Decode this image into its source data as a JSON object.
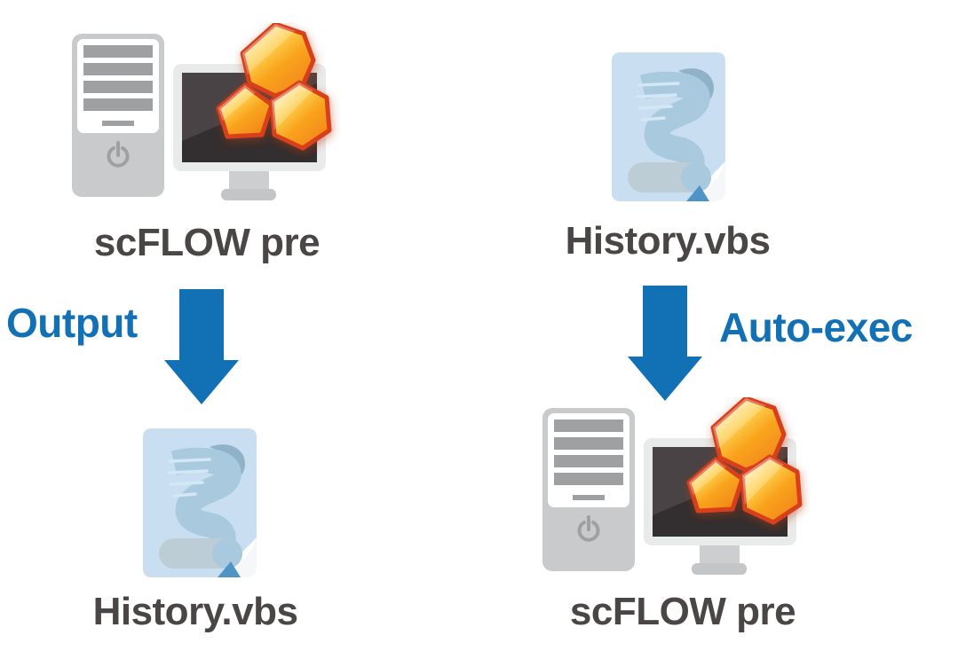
{
  "diagram": {
    "nodes": [
      {
        "id": "top-left",
        "icon": "computer-scflow-icon",
        "label": "scFLOW pre"
      },
      {
        "id": "top-right",
        "icon": "script-file-icon",
        "label": "History.vbs"
      },
      {
        "id": "bottom-left",
        "icon": "script-file-icon",
        "label": "History.vbs"
      },
      {
        "id": "bottom-right",
        "icon": "computer-scflow-icon",
        "label": "scFLOW pre"
      }
    ],
    "flows": [
      {
        "id": "output-flow",
        "action": "Output",
        "from": "scFLOW pre",
        "to": "History.vbs",
        "direction": "down",
        "label_side": "left"
      },
      {
        "id": "autoexec-flow",
        "action": "Auto-exec",
        "from": "History.vbs",
        "to": "scFLOW pre",
        "direction": "down",
        "label_side": "right"
      }
    ],
    "icons": {
      "computer-scflow-icon": "desktop tower + monitor with orange polygon scFLOW logo",
      "script-file-icon": "light blue document with scroll and folded corner",
      "down-arrow-icon": "solid blue downward arrow"
    },
    "colors": {
      "background": "#FFFFFF",
      "accent_blue": "#1270B5",
      "label_text": "#4A4645",
      "document_blue": "#C9DFF1",
      "scroll_blue": "#A9C9DF",
      "scroll_curl": "#8FB2C8",
      "scroll_roll": "#BDCDD5",
      "fold_blue": "#4E95C6",
      "hardware_gray": "#C9CACB",
      "screen_dark": "#4A4345",
      "logo_stroke": "#D8401C",
      "logo_orange": "#F9A41E"
    }
  }
}
